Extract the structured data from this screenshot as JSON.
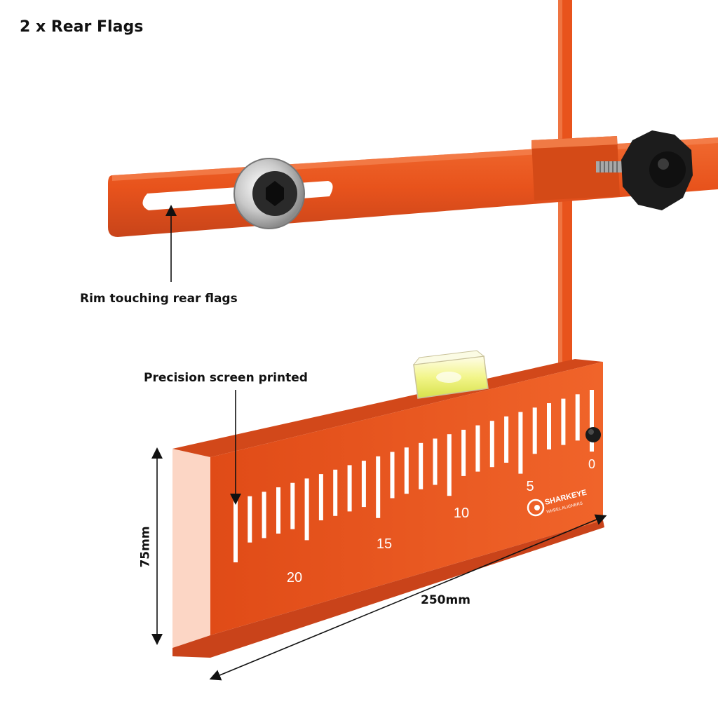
{
  "heading": "2 x Rear Flags",
  "callouts": {
    "rim": "Rim touching rear flags",
    "precision": "Precision screen printed"
  },
  "dimensions": {
    "height": "75mm",
    "width": "250mm"
  },
  "ruler_labels": [
    "0",
    "5",
    "10",
    "15",
    "20"
  ],
  "brand": {
    "name": "SHARKEYE",
    "tagline": "WHEEL ALIGNERS"
  },
  "colors": {
    "flag_orange": "#e8531c",
    "flag_dark": "#b63a0e",
    "background": "#ffffff"
  }
}
